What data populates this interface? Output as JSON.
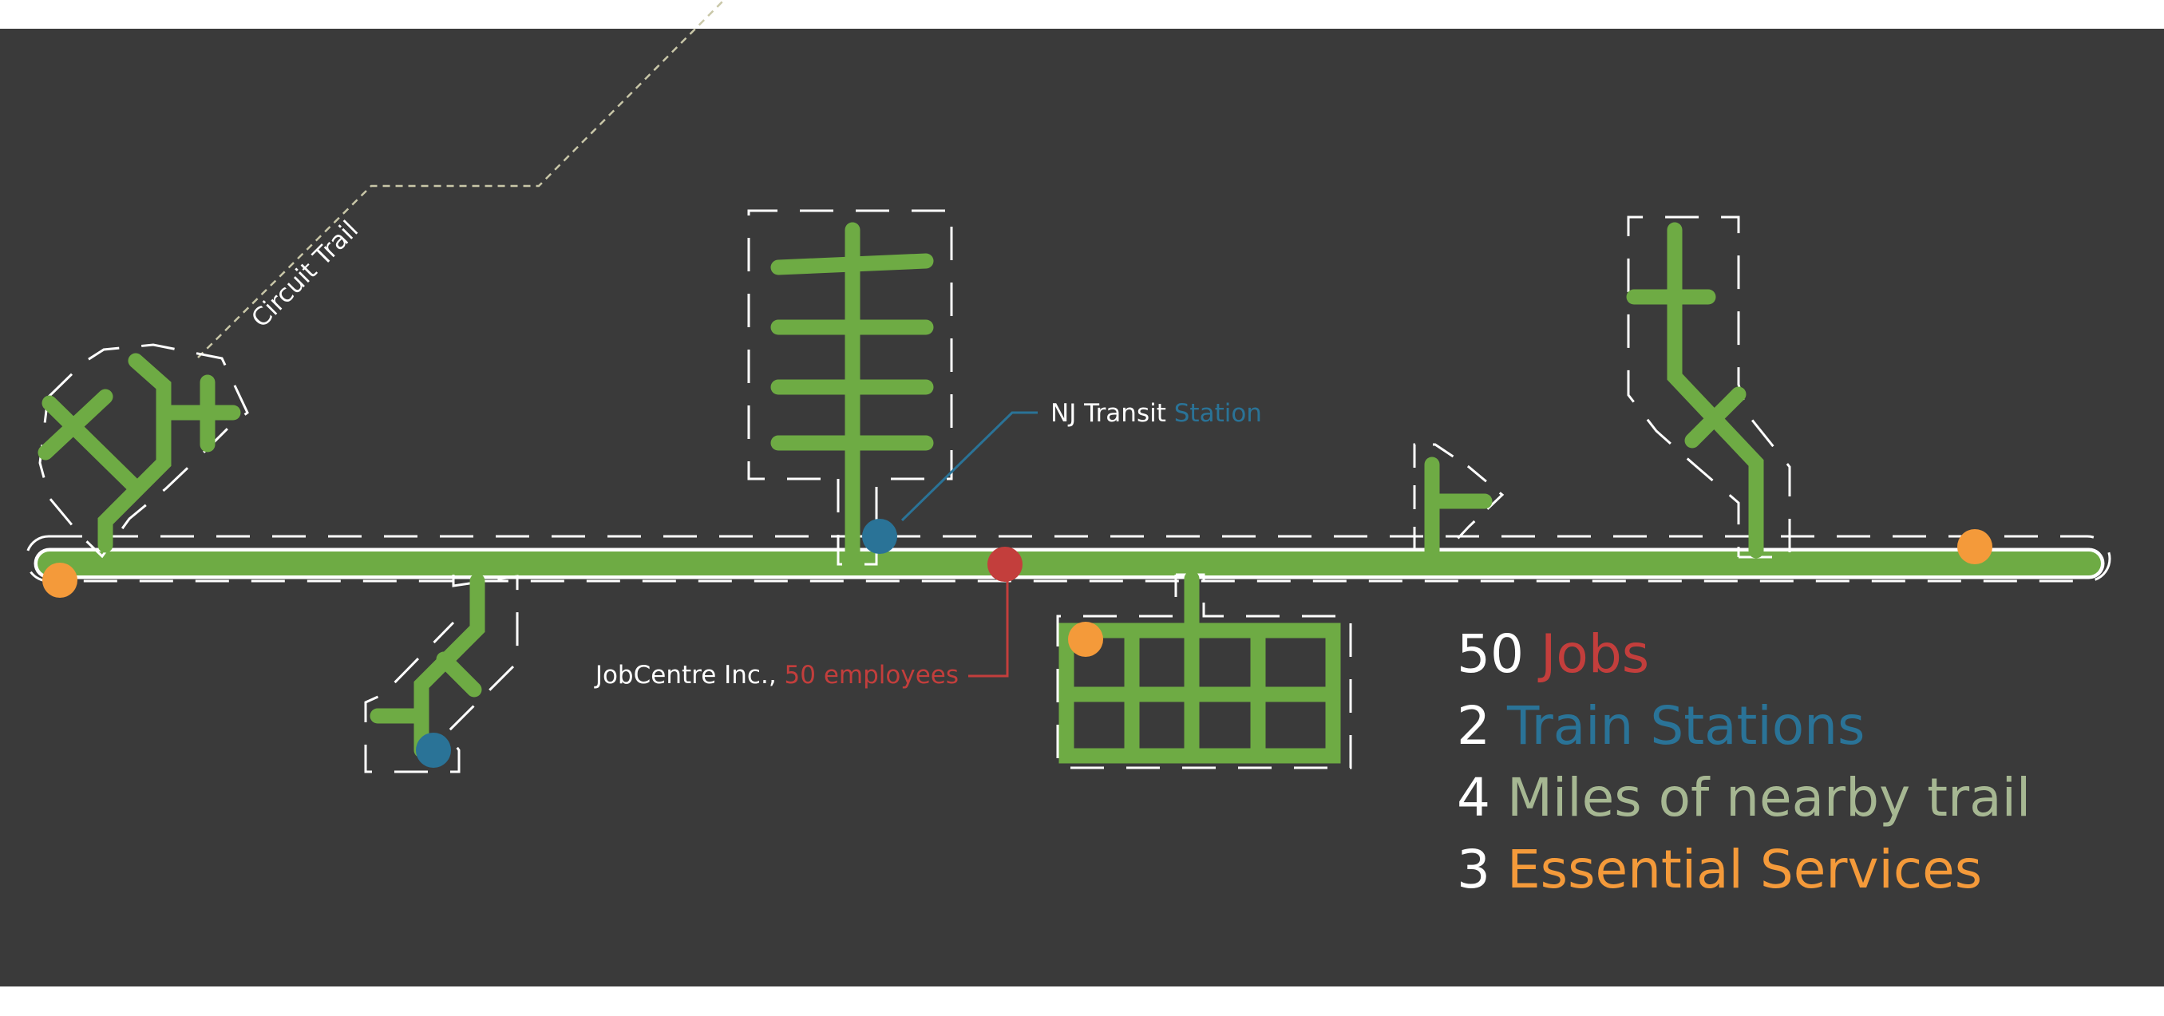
{
  "colors": {
    "background": "#3a3a3a",
    "road": "#6eab44",
    "outline": "#ffffff",
    "trail": "#c9c7a8",
    "jobs": "#c33e3c",
    "stations": "#2a7397",
    "trail_stat": "#a6b792",
    "services": "#f49a3a",
    "text": "#ffffff"
  },
  "labels": {
    "trail": "Circuit Trail",
    "transit_prefix": "NJ Transit",
    "transit_suffix": "Station",
    "employer_prefix": "JobCentre Inc.,",
    "employer_suffix": "50 employees"
  },
  "stats": [
    {
      "value": "50",
      "label": "Jobs",
      "color_key": "jobs"
    },
    {
      "value": "2",
      "label": "Train Stations",
      "color_key": "stations"
    },
    {
      "value": "4",
      "label": "Miles of nearby trail",
      "color_key": "trail_stat"
    },
    {
      "value": "3",
      "label": "Essential Services",
      "color_key": "services"
    }
  ]
}
